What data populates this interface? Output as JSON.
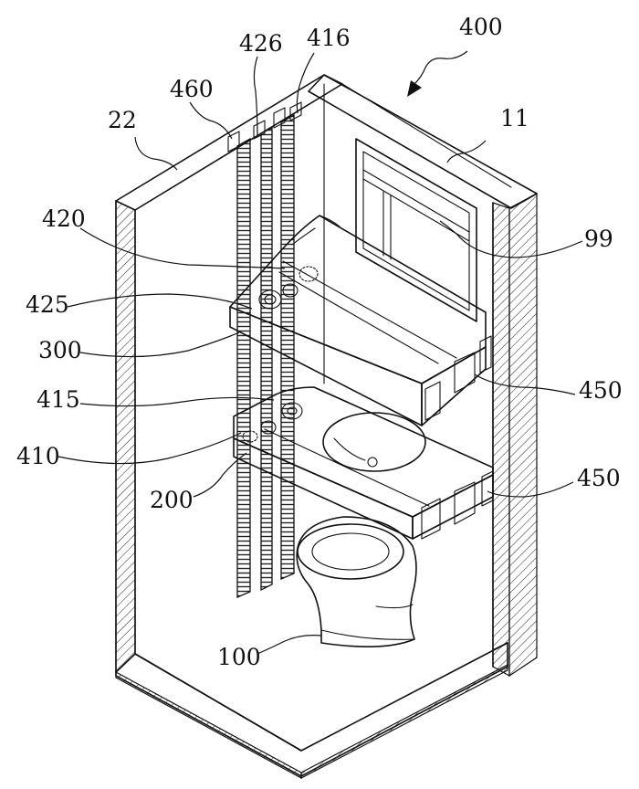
{
  "figure": {
    "labels": {
      "assembly": "400",
      "left_wall": "22",
      "right_wall": "11",
      "rail_460": "460",
      "rail_426": "426",
      "rail_416": "416",
      "unit_420": "420",
      "unit_425": "425",
      "upper_unit": "300",
      "unit_415": "415",
      "unit_410": "410",
      "lower_unit": "200",
      "toilet": "100",
      "mirror": "99",
      "bracket_upper": "450",
      "bracket_lower": "450"
    }
  }
}
